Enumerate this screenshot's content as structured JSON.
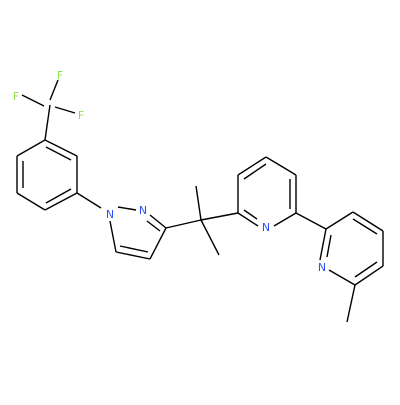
{
  "molecule": {
    "atom_labels": {
      "f1": "F",
      "f2": "F",
      "f3": "F",
      "n_pyrazole_1": "N",
      "n_pyrazole_2": "N",
      "n_pyridine_a": "N",
      "n_pyridine_b": "N"
    },
    "colors": {
      "bond": "#000000",
      "fluorine": "#90dd50",
      "nitrogen": "#3050f8",
      "background": "#ffffff"
    }
  }
}
